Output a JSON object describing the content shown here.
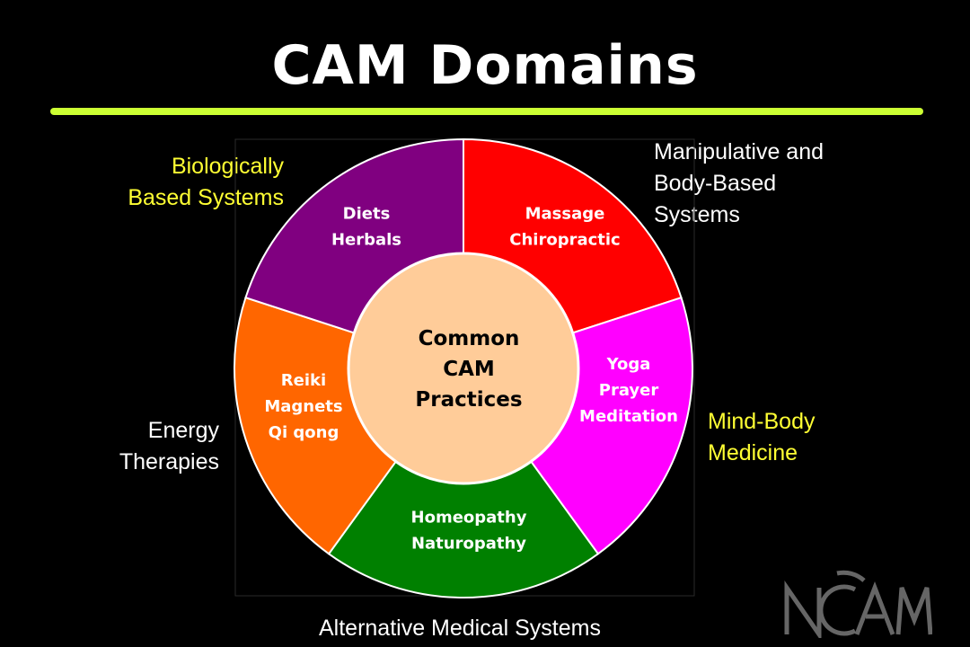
{
  "slide": {
    "title": "CAM Domains",
    "background_color": "#000000",
    "rule_color": "#ccff33"
  },
  "center": {
    "lines": [
      "Common",
      "CAM",
      "Practices"
    ],
    "fill": "#ffcc99"
  },
  "domains": [
    {
      "id": "manipulative",
      "name_lines": [
        "Manipulative and",
        "Body-Based",
        "Systems"
      ],
      "name_color": "#ffffff",
      "practices": [
        "Massage",
        "Chiropractic"
      ],
      "fill": "#ff0000"
    },
    {
      "id": "mind-body",
      "name_lines": [
        "Mind-Body",
        "Medicine"
      ],
      "name_color": "#ffff33",
      "practices": [
        "Yoga",
        "Prayer",
        "Meditation"
      ],
      "fill": "#ff00ff"
    },
    {
      "id": "alternative",
      "name_lines": [
        "Alternative Medical Systems"
      ],
      "name_color": "#ffffff",
      "practices": [
        "Homeopathy",
        "Naturopathy"
      ],
      "fill": "#008000"
    },
    {
      "id": "energy",
      "name_lines": [
        "Energy",
        "Therapies"
      ],
      "name_color": "#ffffff",
      "practices": [
        "Reiki",
        "Magnets",
        "Qi qong"
      ],
      "fill": "#ff6600"
    },
    {
      "id": "biological",
      "name_lines": [
        "Biologically",
        "Based Systems"
      ],
      "name_color": "#ffff33",
      "practices": [
        "Diets",
        "Herbals"
      ],
      "fill": "#800080"
    }
  ],
  "logo": {
    "text": "NCCAM",
    "color": "#666666",
    "icon": "nccam-logo"
  }
}
